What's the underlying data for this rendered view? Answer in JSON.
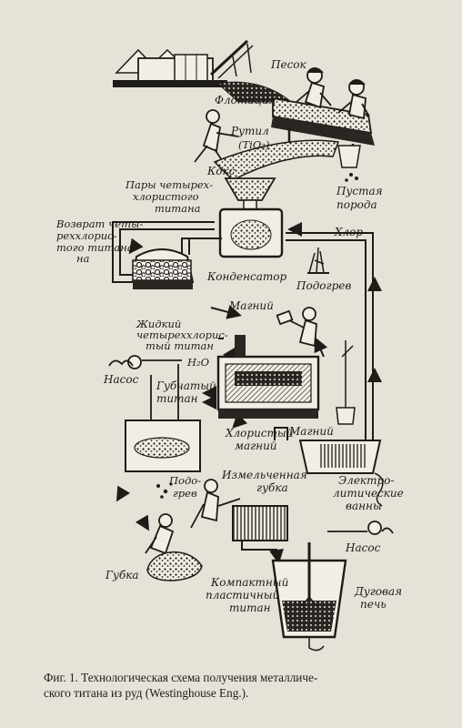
{
  "labels": {
    "sand": "Песок",
    "flotation": "Флотация",
    "rutile": "Рутил",
    "tio2": "(TiO₂)",
    "coke": "Кокс",
    "waste_rock_1": "Пустая",
    "waste_rock_2": "порода",
    "ticl4_vapor_1": "Пары четырех-",
    "ticl4_vapor_2": "хлористого",
    "ticl4_vapor_3": "титана",
    "chlorine": "Хлор",
    "return_1": "Возврат четы-",
    "return_2": "реххлорис-",
    "return_3": "того титана",
    "return_4": "на",
    "condenser": "Конденсатор",
    "heating": "Подогрев",
    "magnesium_top": "Магний",
    "liquid_ticl4_1": "Жидкий",
    "liquid_ticl4_2": "четыреххлорис-",
    "liquid_ticl4_3": "тый титан",
    "h2o": "H₂O",
    "pump_left": "Насос",
    "sponge_titanium_1": "Губчатый",
    "sponge_titanium_2": "титан",
    "mgcl2_1": "Хлористый",
    "mgcl2_2": "магний",
    "magnesium_bottom": "Магний",
    "heating_2a": "Подо-",
    "heating_2b": "грев",
    "crushed_sponge_1": "Измельченная",
    "crushed_sponge_2": "губка",
    "electrolytic_1": "Электро-",
    "electrolytic_2": "литические",
    "electrolytic_3": "ванны",
    "pump_right": "Насос",
    "sponge": "Губка",
    "compact_titanium_1": "Компактный",
    "compact_titanium_2": "пластичный",
    "compact_titanium_3": "титан",
    "arc_furnace_1": "Дуговая",
    "arc_furnace_2": "печь"
  },
  "caption": {
    "line1": "Фиг. 1.  Технологическая схема получения металличе-",
    "line2": "ского титана из руд (Westinghouse Eng.)."
  },
  "colors": {
    "paper": "#e6e2d8",
    "ink": "#1e1c19"
  }
}
